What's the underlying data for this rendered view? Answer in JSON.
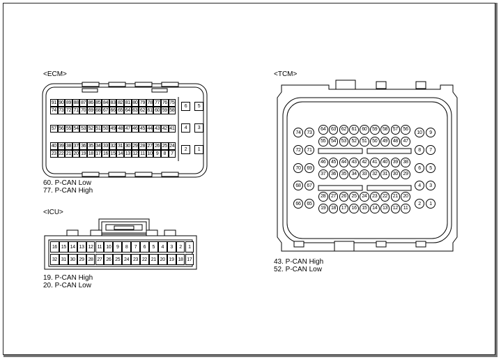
{
  "ecm": {
    "title": "<ECM>",
    "notes": [
      "60. P-CAN Low",
      "77. P-CAN High"
    ],
    "rows": [
      [
        "91",
        "90",
        "89",
        "88",
        "87",
        "86",
        "85",
        "84",
        "83",
        "82",
        "81",
        "80",
        "79",
        "78",
        "77",
        "76",
        "75"
      ],
      [
        "74",
        "73",
        "72",
        "71",
        "70",
        "69",
        "68",
        "67",
        "66",
        "65",
        "64",
        "63",
        "62",
        "61",
        "60",
        "59",
        "58"
      ],
      [
        "57",
        "56",
        "55",
        "54",
        "53",
        "52",
        "51",
        "50",
        "49",
        "48",
        "47",
        "46",
        "45",
        "44",
        "43",
        "42",
        "41"
      ],
      [
        "40",
        "39",
        "38",
        "37",
        "36",
        "35",
        "34",
        "33",
        "32",
        "31",
        "30",
        "29",
        "28",
        "27",
        "26",
        "25",
        "24"
      ],
      [
        "23",
        "22",
        "21",
        "20",
        "19",
        "18",
        "17",
        "16",
        "15",
        "14",
        "13",
        "12",
        "11",
        "10",
        "9",
        "8",
        "7"
      ]
    ],
    "side": [
      [
        "6",
        "5"
      ],
      [
        "4",
        "3"
      ],
      [
        "2",
        "1"
      ]
    ]
  },
  "icu": {
    "title": "<ICU>",
    "notes": [
      "19. P-CAN High",
      "20. P-CAN Low"
    ],
    "rows": [
      [
        "16",
        "15",
        "14",
        "13",
        "12",
        "11",
        "10",
        "9",
        "8",
        "7",
        "6",
        "5",
        "4",
        "3",
        "2",
        "1"
      ],
      [
        "32",
        "31",
        "30",
        "29",
        "28",
        "27",
        "26",
        "25",
        "24",
        "23",
        "22",
        "21",
        "20",
        "19",
        "18",
        "17"
      ]
    ]
  },
  "tcm": {
    "title": "<TCM>",
    "notes": [
      "43. P-CAN High",
      "52. P-CAN Low"
    ],
    "center": [
      [
        "64",
        "63",
        "62",
        "61",
        "60",
        "59",
        "58",
        "57",
        "56"
      ],
      [
        "55",
        "54",
        "53",
        "52",
        "51",
        "50",
        "49",
        "48",
        "47"
      ],
      [
        "46",
        "45",
        "44",
        "43",
        "42",
        "41",
        "40",
        "39",
        "38"
      ],
      [
        "37",
        "36",
        "35",
        "34",
        "33",
        "32",
        "31",
        "30",
        "29"
      ],
      [
        "28",
        "27",
        "26",
        "25",
        "24",
        "23",
        "22",
        "21",
        "20"
      ],
      [
        "19",
        "18",
        "17",
        "16",
        "15",
        "14",
        "13",
        "12",
        "11"
      ]
    ],
    "left": [
      [
        "74",
        "73"
      ],
      [
        "72",
        "71"
      ],
      [
        "70",
        "69"
      ],
      [
        "68",
        "67"
      ],
      [
        "66",
        "65"
      ]
    ],
    "right": [
      [
        "10",
        "9"
      ],
      [
        "8",
        "7"
      ],
      [
        "6",
        "5"
      ],
      [
        "4",
        "3"
      ],
      [
        "2",
        "1"
      ]
    ]
  }
}
